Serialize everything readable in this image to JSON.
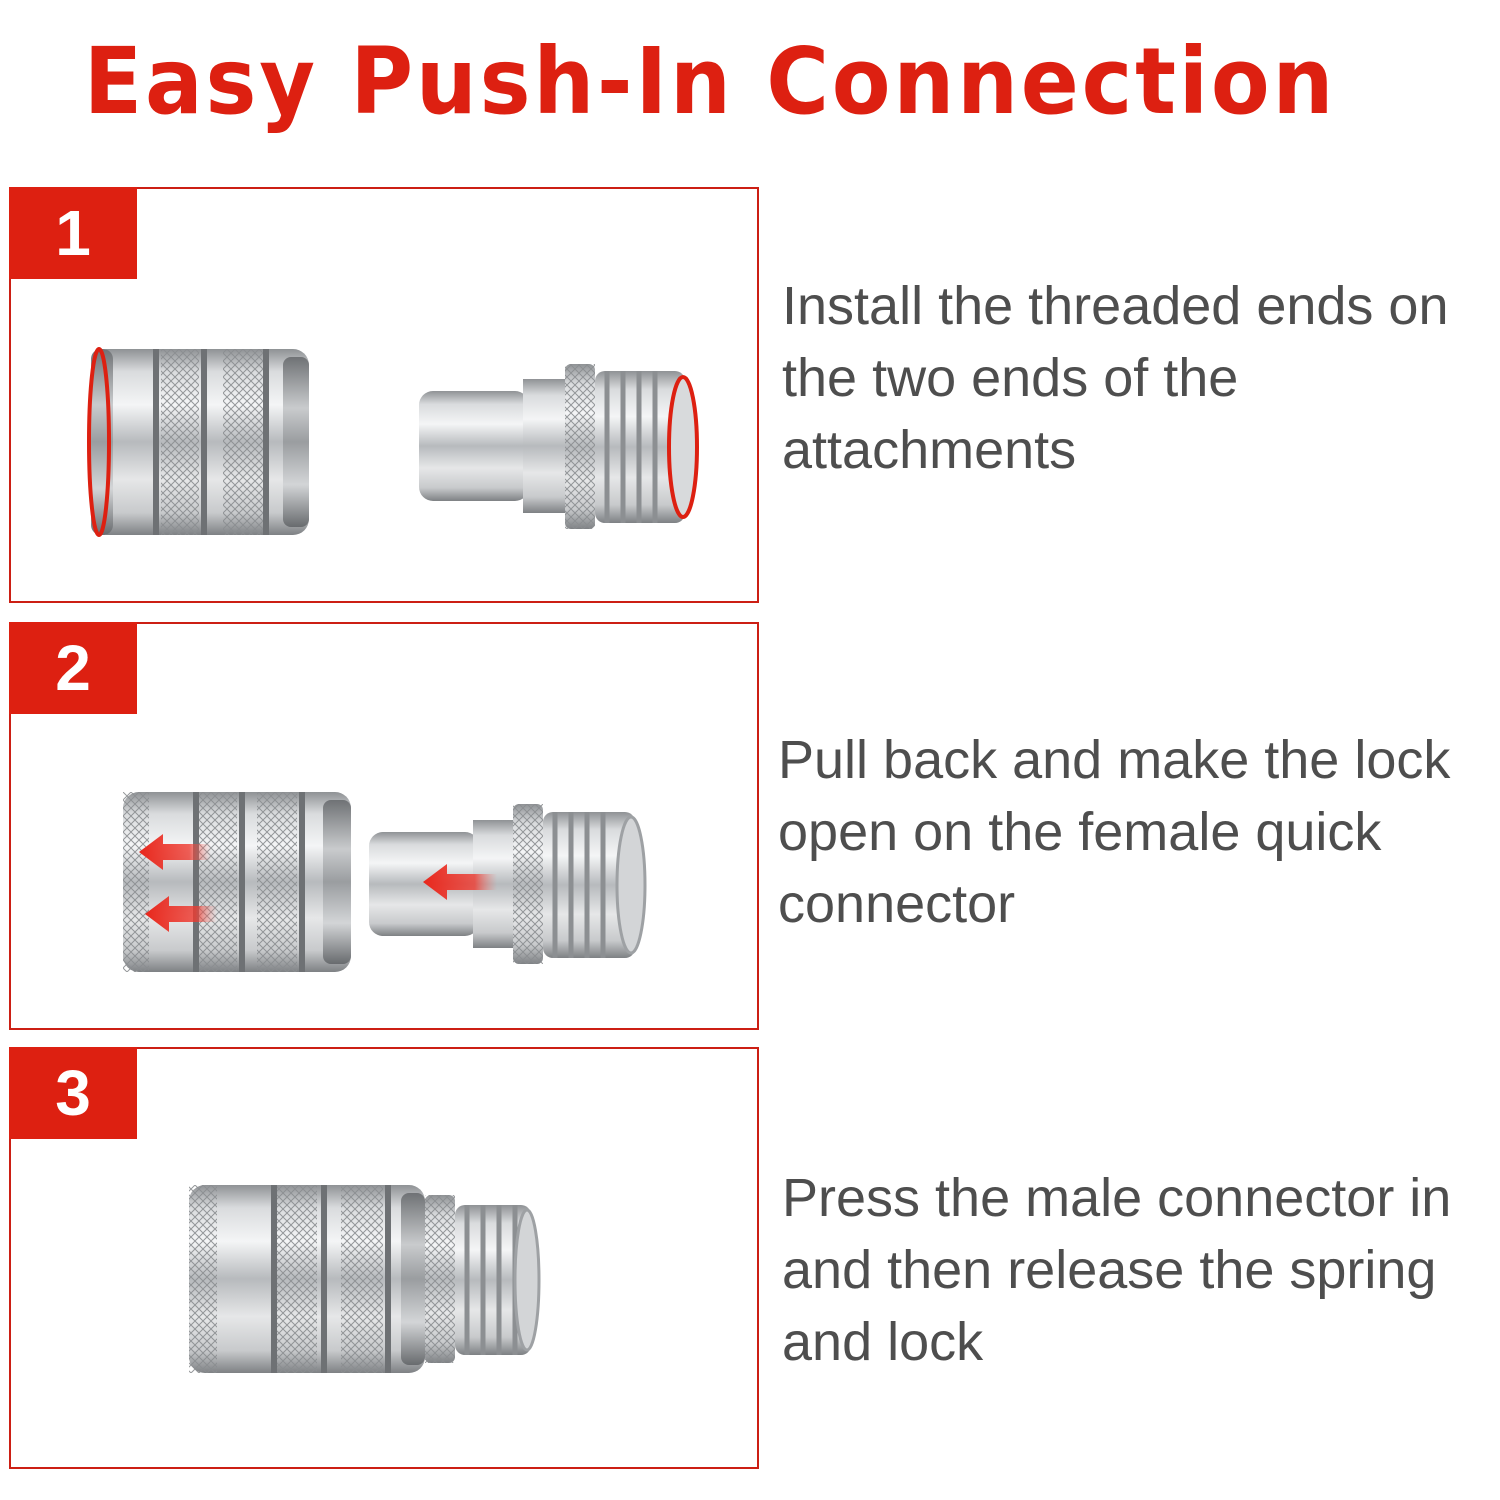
{
  "title": "Easy Push-In Connection",
  "steps": [
    {
      "number": "1",
      "lines": [
        "Install the threaded ends on",
        "the two ends of the",
        "attachments"
      ]
    },
    {
      "number": "2",
      "lines": [
        "Pull back and make the lock",
        "open on the female quick",
        "connector"
      ]
    },
    {
      "number": "3",
      "lines": [
        "Press the male connector in",
        "and then release the spring",
        "and lock"
      ]
    }
  ],
  "colors": {
    "accent": "#dd2011",
    "text": "#4e4e4e",
    "metal": "#c4c6c8"
  },
  "icons": [
    "female-coupler-icon",
    "male-plug-icon",
    "arrow-left-icon"
  ]
}
